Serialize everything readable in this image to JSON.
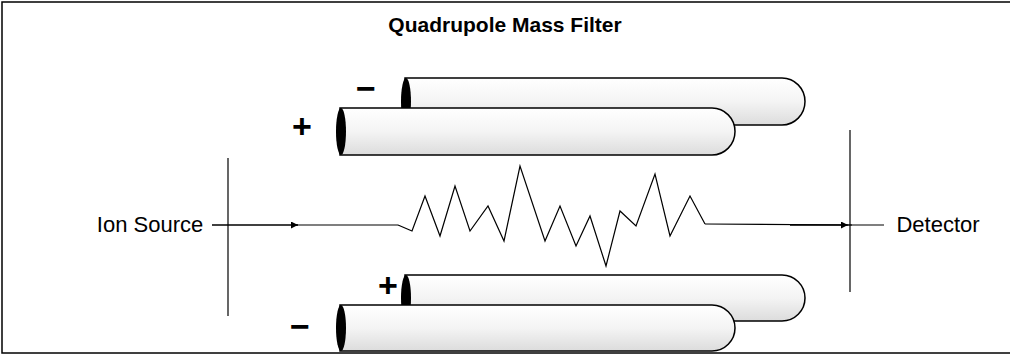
{
  "diagram": {
    "title": "Quadrupole Mass Filter",
    "labels": [
      "−",
      "+",
      "Ion Source",
      "Detector",
      "+",
      "−"
    ]
  }
}
